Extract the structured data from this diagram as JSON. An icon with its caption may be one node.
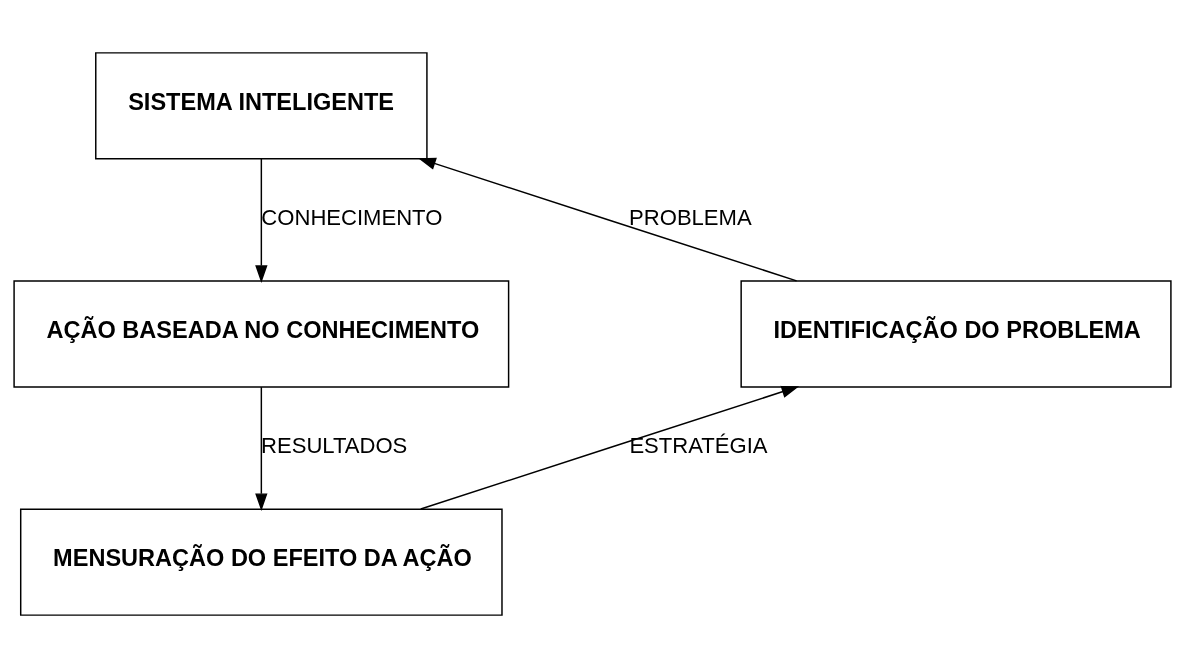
{
  "diagram": {
    "nodes": [
      {
        "text": [
          "SISTEMA INTELIGENTE"
        ]
      },
      {
        "text": [
          "IDENTIFICAÇÃO DO PROBLEMA"
        ]
      },
      {
        "text": [
          "AÇÃO BASEADA NO CONHECIMENTO"
        ]
      },
      {
        "text": [
          "MENSURAÇÃO DO EFEITO DA AÇÃO"
        ]
      }
    ],
    "edges": [
      {
        "from": 1,
        "to": 0,
        "arrow": "to",
        "label": "PROBLEMA"
      },
      {
        "from": 0,
        "to": 2,
        "arrow": "to",
        "label": "CONHECIMENTO"
      },
      {
        "from": 2,
        "to": 3,
        "arrow": "to",
        "label": "RESULTADOS"
      },
      {
        "from": 3,
        "to": 1,
        "arrow": "to",
        "label": "ESTRATÉGIA"
      }
    ]
  }
}
